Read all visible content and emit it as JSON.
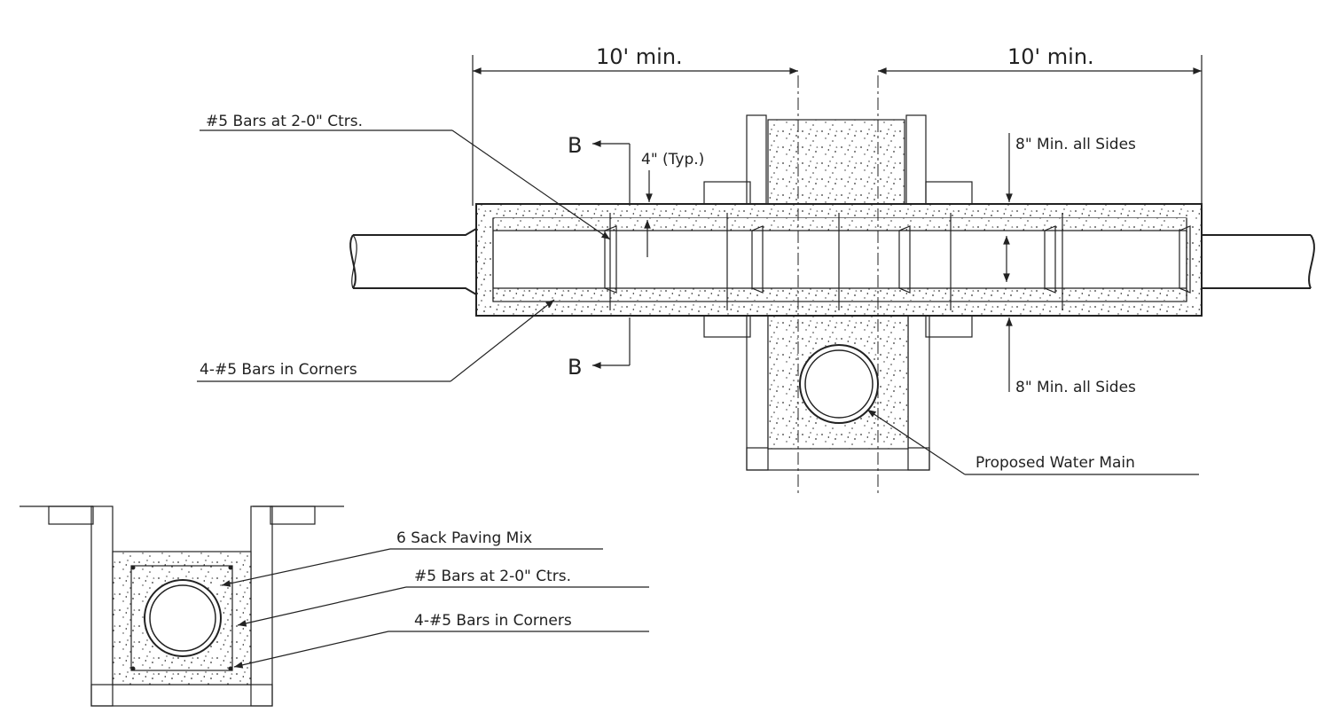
{
  "dimensions": {
    "left": "10' min.",
    "right": "10' min."
  },
  "section_marks": {
    "top": "B",
    "bottom": "B"
  },
  "labels": {
    "bars_spacing_top": "#5 Bars at 2-0\" Ctrs.",
    "typ_thickness": "4\" (Typ.)",
    "min_sides_top": "8\" Min. all Sides",
    "bars_corners_top": "4-#5 Bars in Corners",
    "min_sides_bottom": "8\" Min. all Sides",
    "water_main": "Proposed Water Main"
  },
  "section_labels": {
    "paving_mix": "6 Sack Paving Mix",
    "bars_spacing": "#5 Bars at 2-0\" Ctrs.",
    "bars_corners": "4-#5 Bars in Corners"
  }
}
